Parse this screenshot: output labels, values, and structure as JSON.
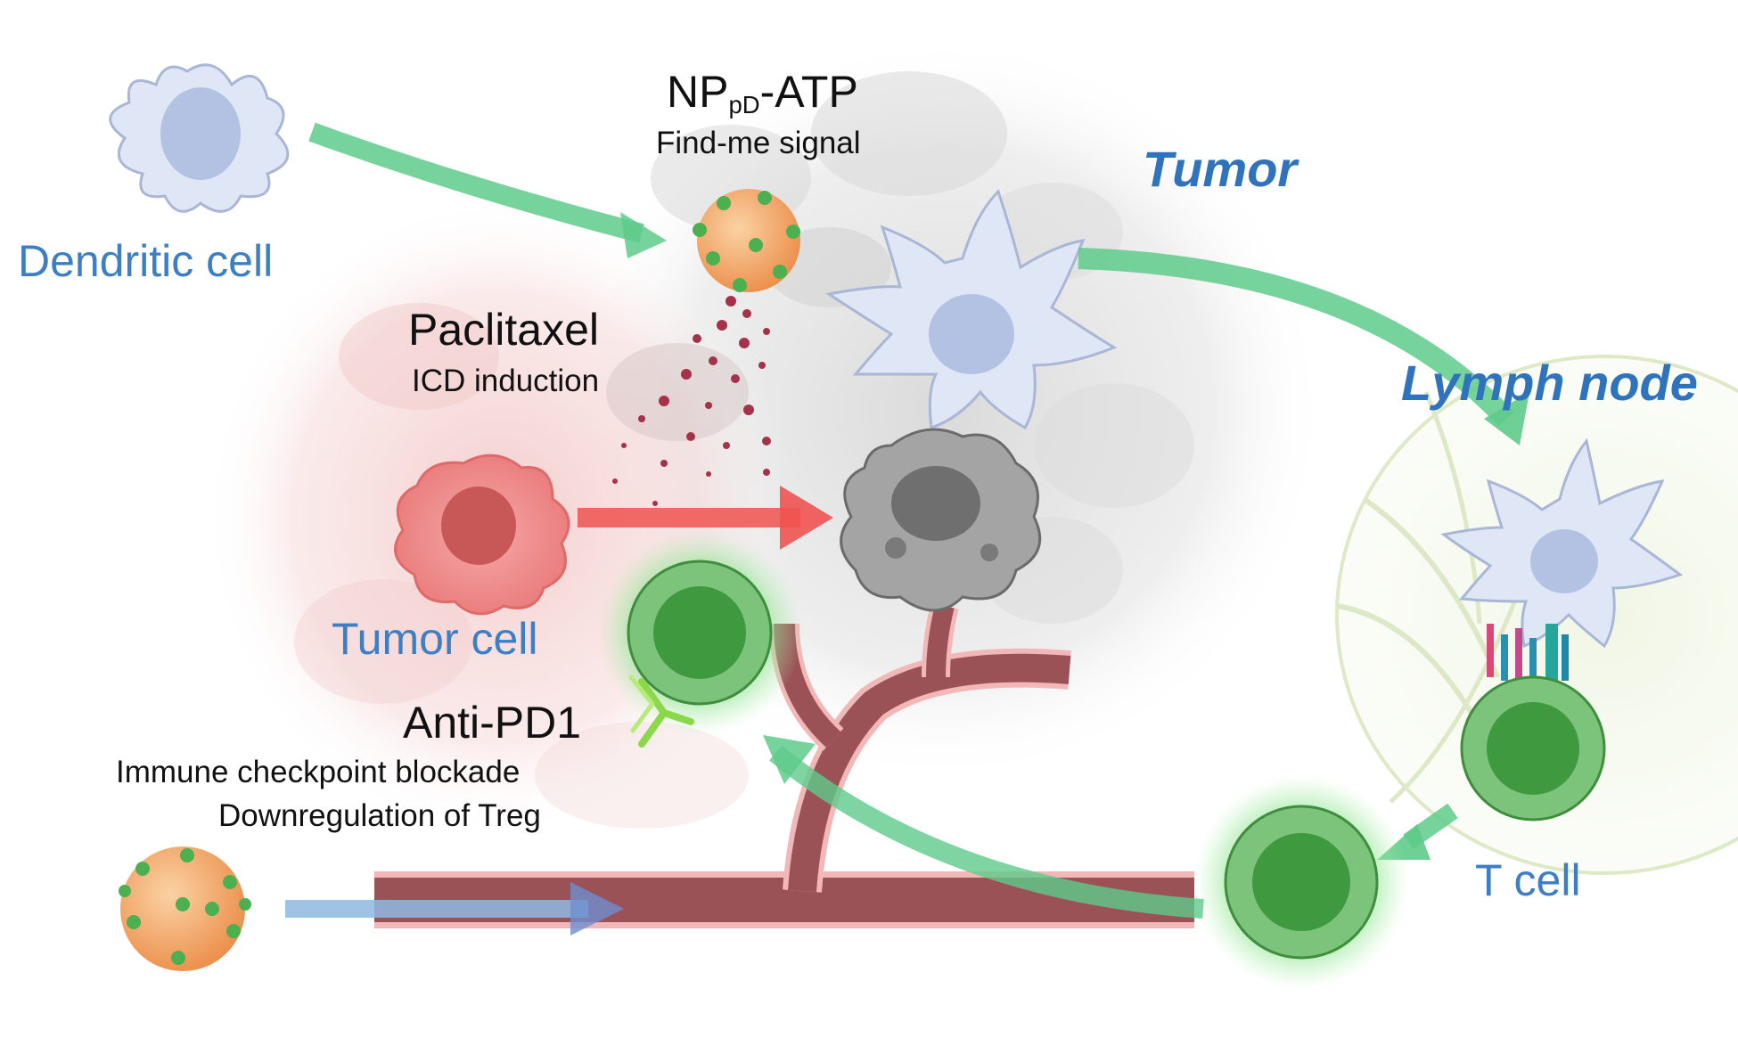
{
  "labels": {
    "dendritic_cell": "Dendritic cell",
    "np_main": "NP",
    "np_sub": "pD",
    "np_rest": "-ATP",
    "find_me": "Find-me signal",
    "tumor": "Tumor",
    "paclitaxel": "Paclitaxel",
    "icd_induction": "ICD induction",
    "lymph_node": "Lymph node",
    "tumor_cell": "Tumor cell",
    "anti_pd1": "Anti-PD1",
    "checkpoint": "Immune checkpoint blockade",
    "treg": "Downregulation of Treg",
    "t_cell": "T cell"
  },
  "colors": {
    "label_blue": "#3d7fc4",
    "title_blue": "#2f73bd",
    "arrow_green": "#5ecb8a",
    "arrow_red": "#ef5350",
    "arrow_blue": "#8fb8e0",
    "vessel": "#9b5256",
    "t_cell_green": "#4caf50",
    "nanoparticle": "#f2a060",
    "dendritic": "#dfe6f5"
  },
  "icons": [
    "dendritic-cell-icon",
    "nanoparticle-icon",
    "tumor-cell-icon",
    "dying-tumor-cell-icon",
    "t-cell-icon",
    "antibody-icon",
    "blood-vessel-icon",
    "lymph-node-icon"
  ]
}
